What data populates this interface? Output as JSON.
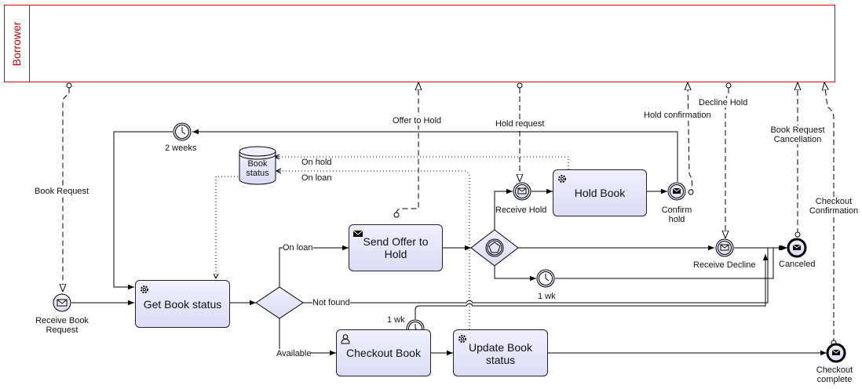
{
  "pool": {
    "label": "Borrower"
  },
  "tasks": {
    "get_book_status": "Get Book status",
    "send_offer": "Send Offer to Hold",
    "hold_book": "Hold Book",
    "checkout_book": "Checkout Book",
    "update_book_status": "Update Book status"
  },
  "data_store": {
    "label": "Book status"
  },
  "events": {
    "receive_book_request": "Receive Book Request",
    "two_weeks": "2 weeks",
    "receive_hold": "Receive Hold",
    "confirm_hold": "Confirm hold",
    "receive_decline": "Receive Decline",
    "canceled": "Canceled",
    "one_wk_gateway": "1 wk",
    "one_wk_checkout": "1 wk",
    "checkout_complete": "Checkout complete"
  },
  "flows": {
    "on_loan": "On loan",
    "not_found": "Not found",
    "available": "Available",
    "on_hold_assoc": "On hold",
    "on_loan_assoc": "On loan"
  },
  "messages": {
    "book_request": "Book Request",
    "offer_to_hold": "Offer to Hold",
    "hold_request": "Hold request",
    "hold_confirmation": "Hold confirmation",
    "decline_hold": "Decline Hold",
    "book_request_cancellation": "Book Request Cancellation",
    "checkout_confirmation": "Checkout Confirmation"
  },
  "colors": {
    "pool": "#d40000",
    "task_top": "#f1f0ff",
    "task_bottom": "#dcdcf5"
  }
}
